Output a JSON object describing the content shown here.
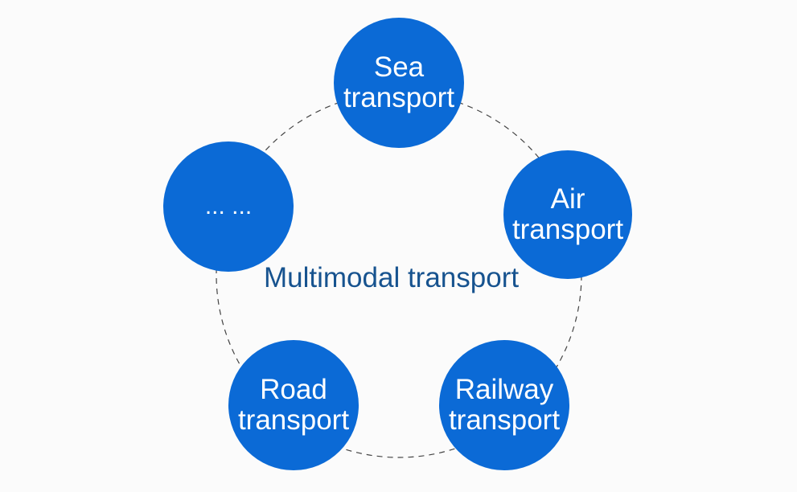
{
  "diagram": {
    "center_label": "Multimodal transport",
    "nodes": {
      "sea": {
        "line1": "Sea",
        "line2": "transport"
      },
      "air": {
        "line1": "Air",
        "line2": "transport"
      },
      "railway": {
        "line1": "Railway",
        "line2": "transport"
      },
      "road": {
        "line1": "Road",
        "line2": "transport"
      },
      "other": {
        "line1": "... ..."
      }
    }
  },
  "colors": {
    "node_fill": "#0b6ad6",
    "node_text": "#ffffff",
    "center_text": "#17538f",
    "ring_stroke": "#444444",
    "background": "#fbfbfb"
  }
}
